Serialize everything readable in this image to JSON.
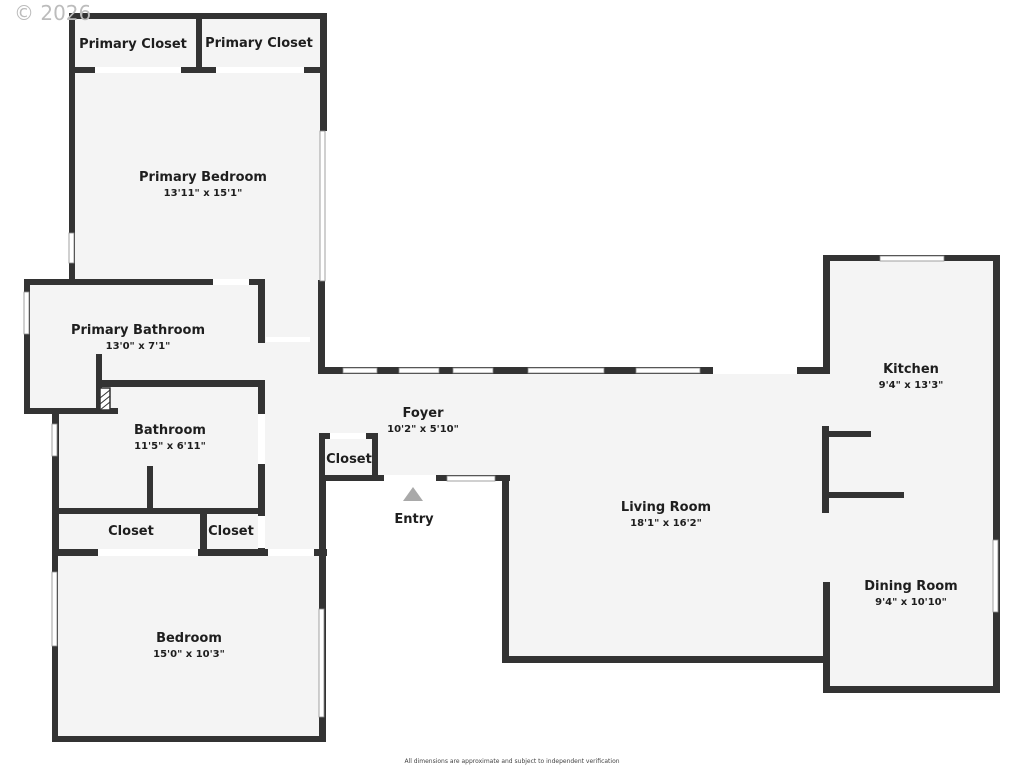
{
  "watermark": "© 2026",
  "entry_label": "Entry",
  "footer_note": "All dimensions are approximate and subject to independent verification",
  "rooms": {
    "primary_closet_left": {
      "name": "Primary Closet"
    },
    "primary_closet_right": {
      "name": "Primary Closet"
    },
    "primary_bedroom": {
      "name": "Primary Bedroom",
      "dims": "13'11\" x 15'1\""
    },
    "primary_bathroom": {
      "name": "Primary Bathroom",
      "dims": "13'0\" x 7'1\""
    },
    "bathroom": {
      "name": "Bathroom",
      "dims": "11'5\" x 6'11\""
    },
    "closet_left": {
      "name": "Closet"
    },
    "closet_small": {
      "name": "Closet"
    },
    "foyer_closet": {
      "name": "Closet"
    },
    "foyer": {
      "name": "Foyer",
      "dims": "10'2\" x 5'10\""
    },
    "living_room": {
      "name": "Living Room",
      "dims": "18'1\" x 16'2\""
    },
    "kitchen": {
      "name": "Kitchen",
      "dims": "9'4\" x 13'3\""
    },
    "dining_room": {
      "name": "Dining Room",
      "dims": "9'4\" x 10'10\""
    },
    "bedroom": {
      "name": "Bedroom",
      "dims": "15'0\" x 10'3\""
    }
  }
}
